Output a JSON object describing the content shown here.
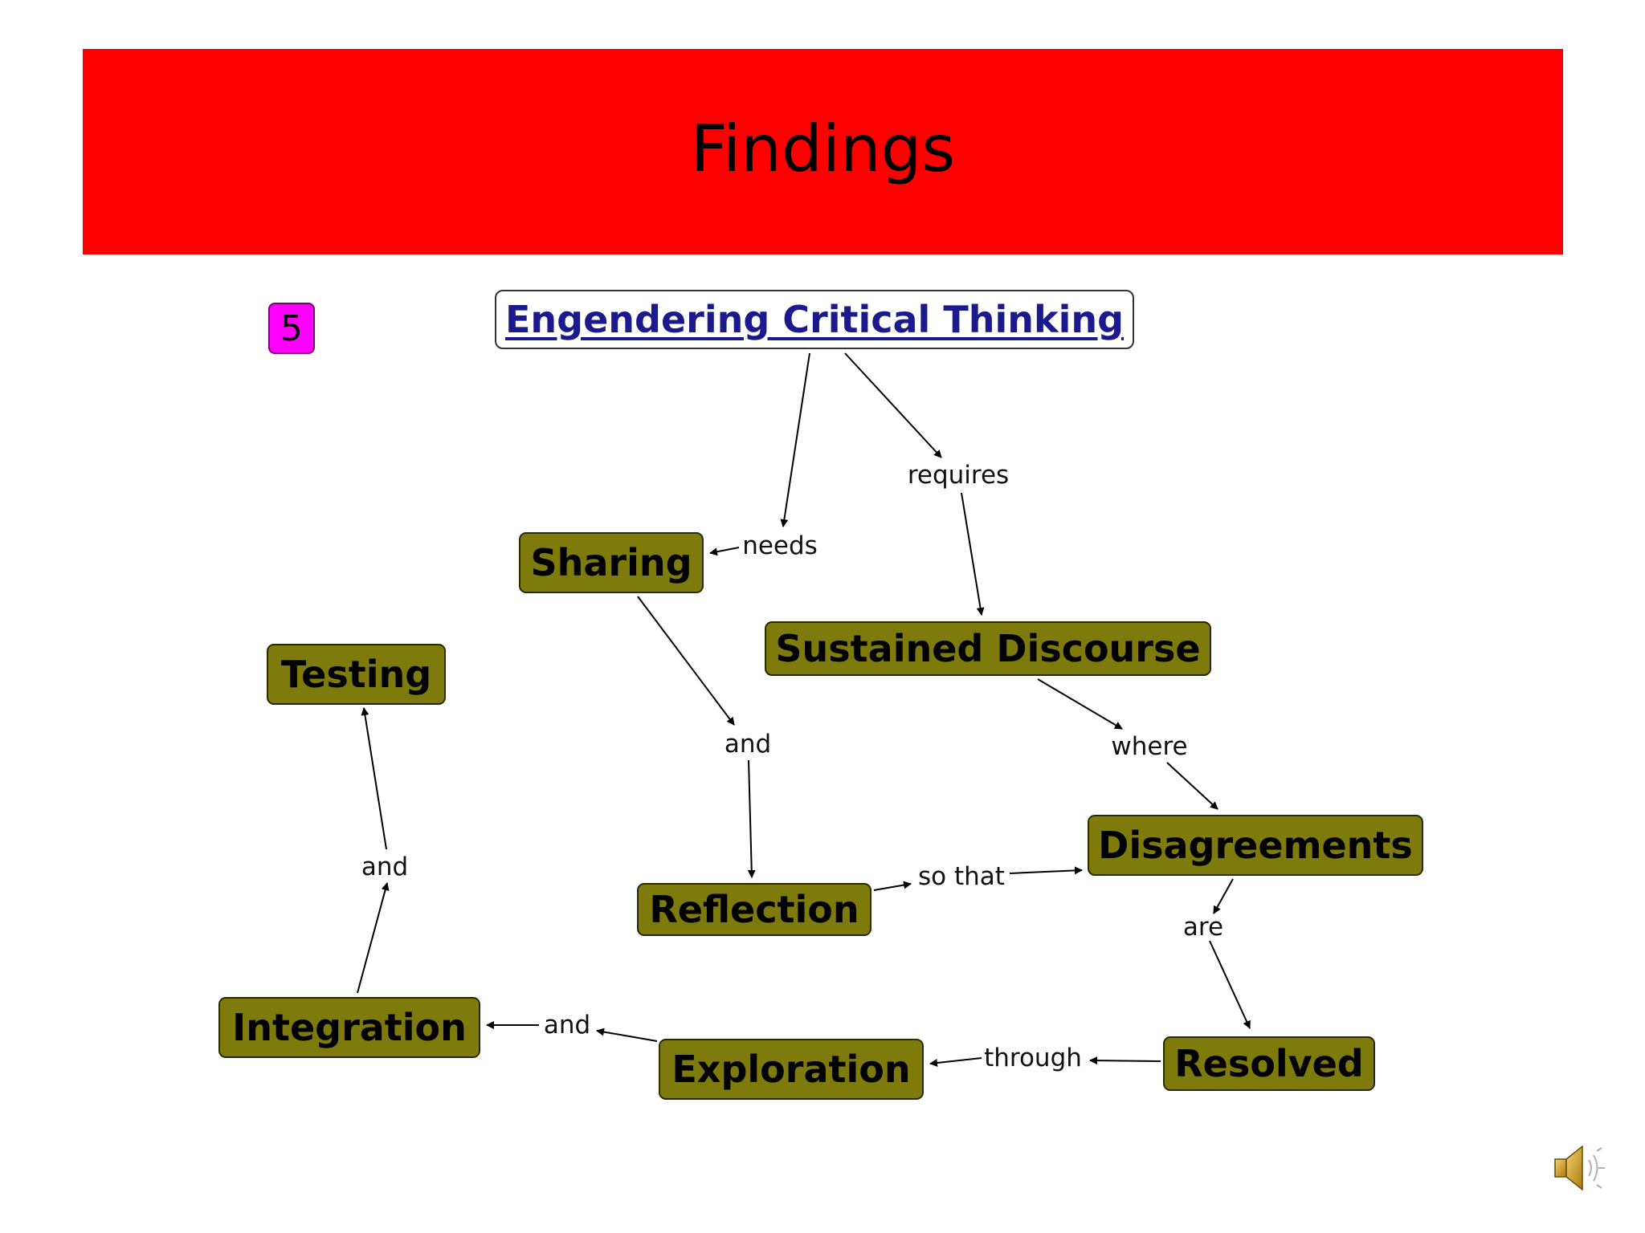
{
  "slide": {
    "title": "Findings",
    "page_badge": "5",
    "banner_color": "#ff0000",
    "badge_color": "#ff00ff"
  },
  "concept_map": {
    "root": "Engendering Critical Thinking",
    "concepts": {
      "sharing": "Sharing",
      "sustained_discourse": "Sustained Discourse",
      "testing": "Testing",
      "disagreements": "Disagreements",
      "reflection": "Reflection",
      "integration": "Integration",
      "exploration": "Exploration",
      "resolved": "Resolved"
    },
    "links": {
      "needs": "needs",
      "requires": "requires",
      "and_sharing_reflection": "and",
      "where": "where",
      "so_that": "so that",
      "are": "are",
      "and_integration_testing": "and",
      "and_exploration_integration": "and",
      "through": "through"
    },
    "concept_color": "#7f7a0c",
    "root_text_color": "#1a1a8c"
  },
  "icons": {
    "speaker": "speaker-icon"
  }
}
